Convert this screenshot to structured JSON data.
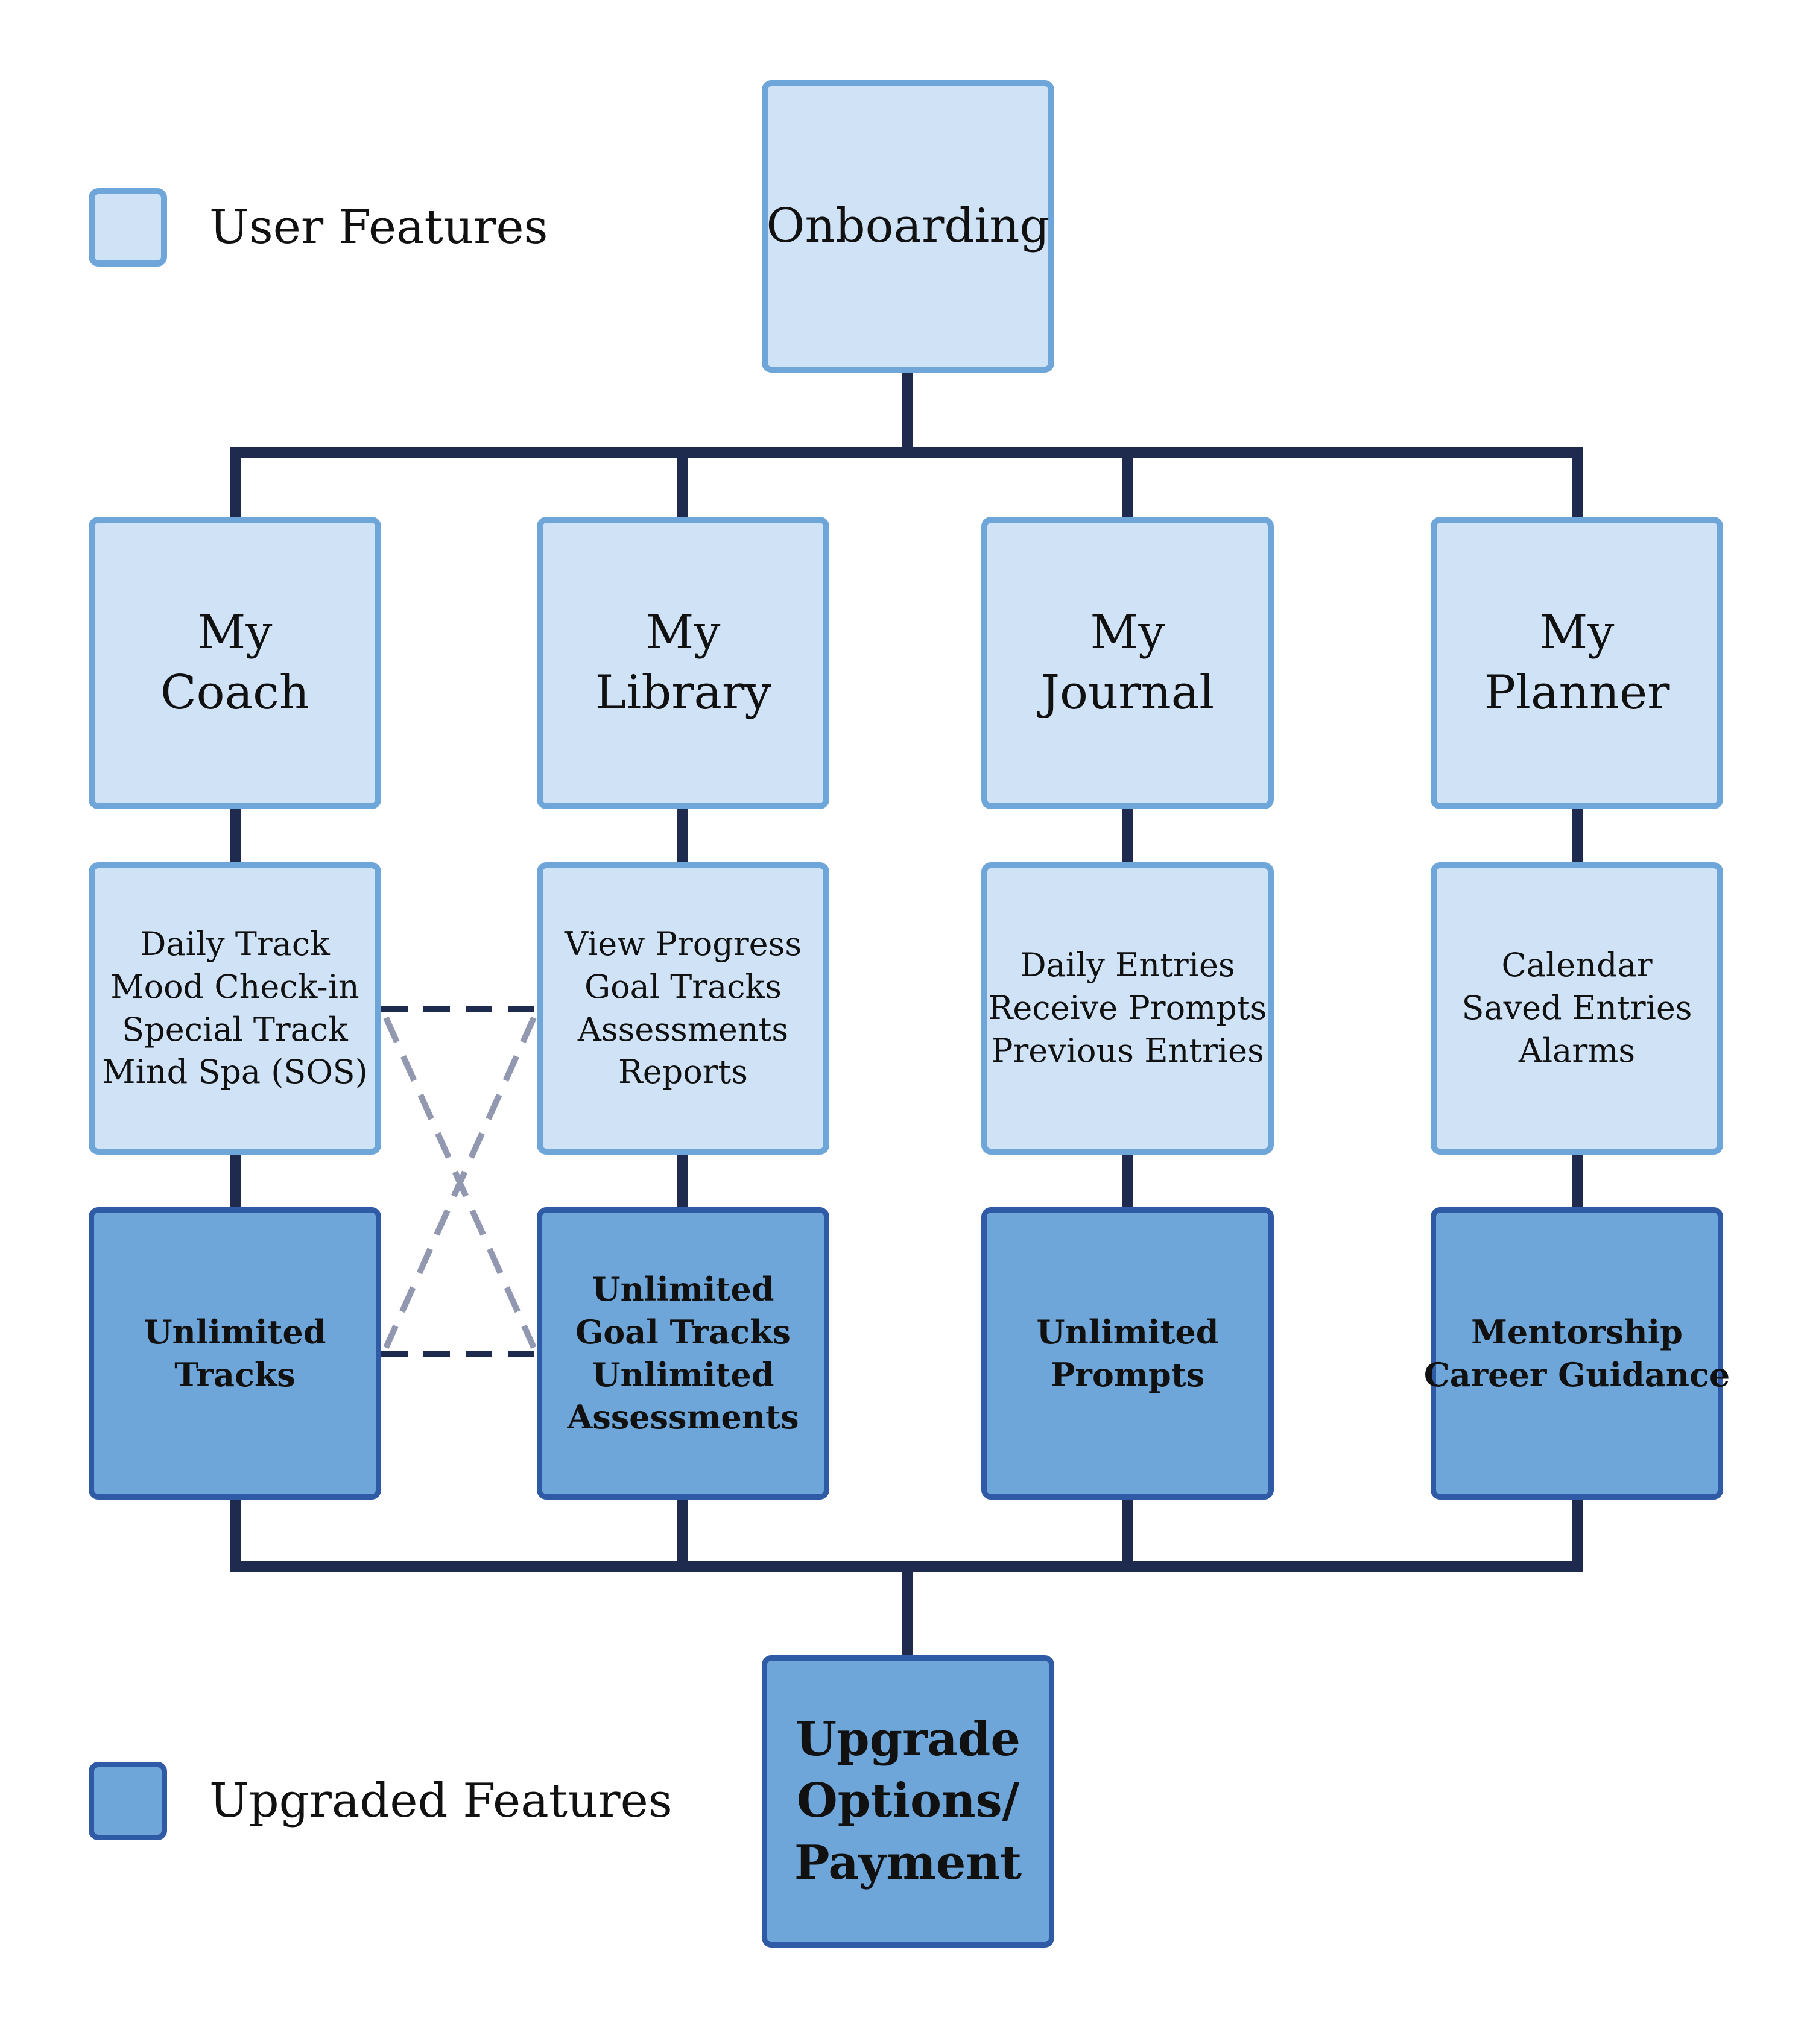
{
  "colors": {
    "user_fill": "#cfe2f6",
    "user_border": "#6fa6d9",
    "upgraded_fill": "#6fa6d9",
    "upgraded_border": "#2f5aa6",
    "connector": "#1f2a4f",
    "cross_link": "#9398b1"
  },
  "legend": {
    "user_features": "User Features",
    "upgraded_features": "Upgraded Features"
  },
  "onboarding": {
    "label": "Onboarding"
  },
  "columns": [
    {
      "title": [
        "My",
        "Coach"
      ],
      "features": [
        "Daily Track",
        "Mood Check-in",
        "Special Track",
        "Mind Spa (SOS)"
      ],
      "upgrades": [
        "Unlimited",
        "Tracks"
      ]
    },
    {
      "title": [
        "My",
        "Library"
      ],
      "features": [
        "View Progress",
        "Goal Tracks",
        "Assessments",
        "Reports"
      ],
      "upgrades": [
        "Unlimited",
        "Goal Tracks",
        "Unlimited",
        "Assessments"
      ]
    },
    {
      "title": [
        "My",
        "Journal"
      ],
      "features": [
        "Daily Entries",
        "Receive Prompts",
        "Previous Entries"
      ],
      "upgrades": [
        "Unlimited",
        "Prompts"
      ]
    },
    {
      "title": [
        "My",
        "Planner"
      ],
      "features": [
        "Calendar",
        "Saved Entries",
        "Alarms"
      ],
      "upgrades": [
        "Mentorship",
        "Career Guidance"
      ]
    }
  ],
  "upgrade_payment": {
    "lines": [
      "Upgrade",
      "Options/",
      "Payment"
    ]
  }
}
